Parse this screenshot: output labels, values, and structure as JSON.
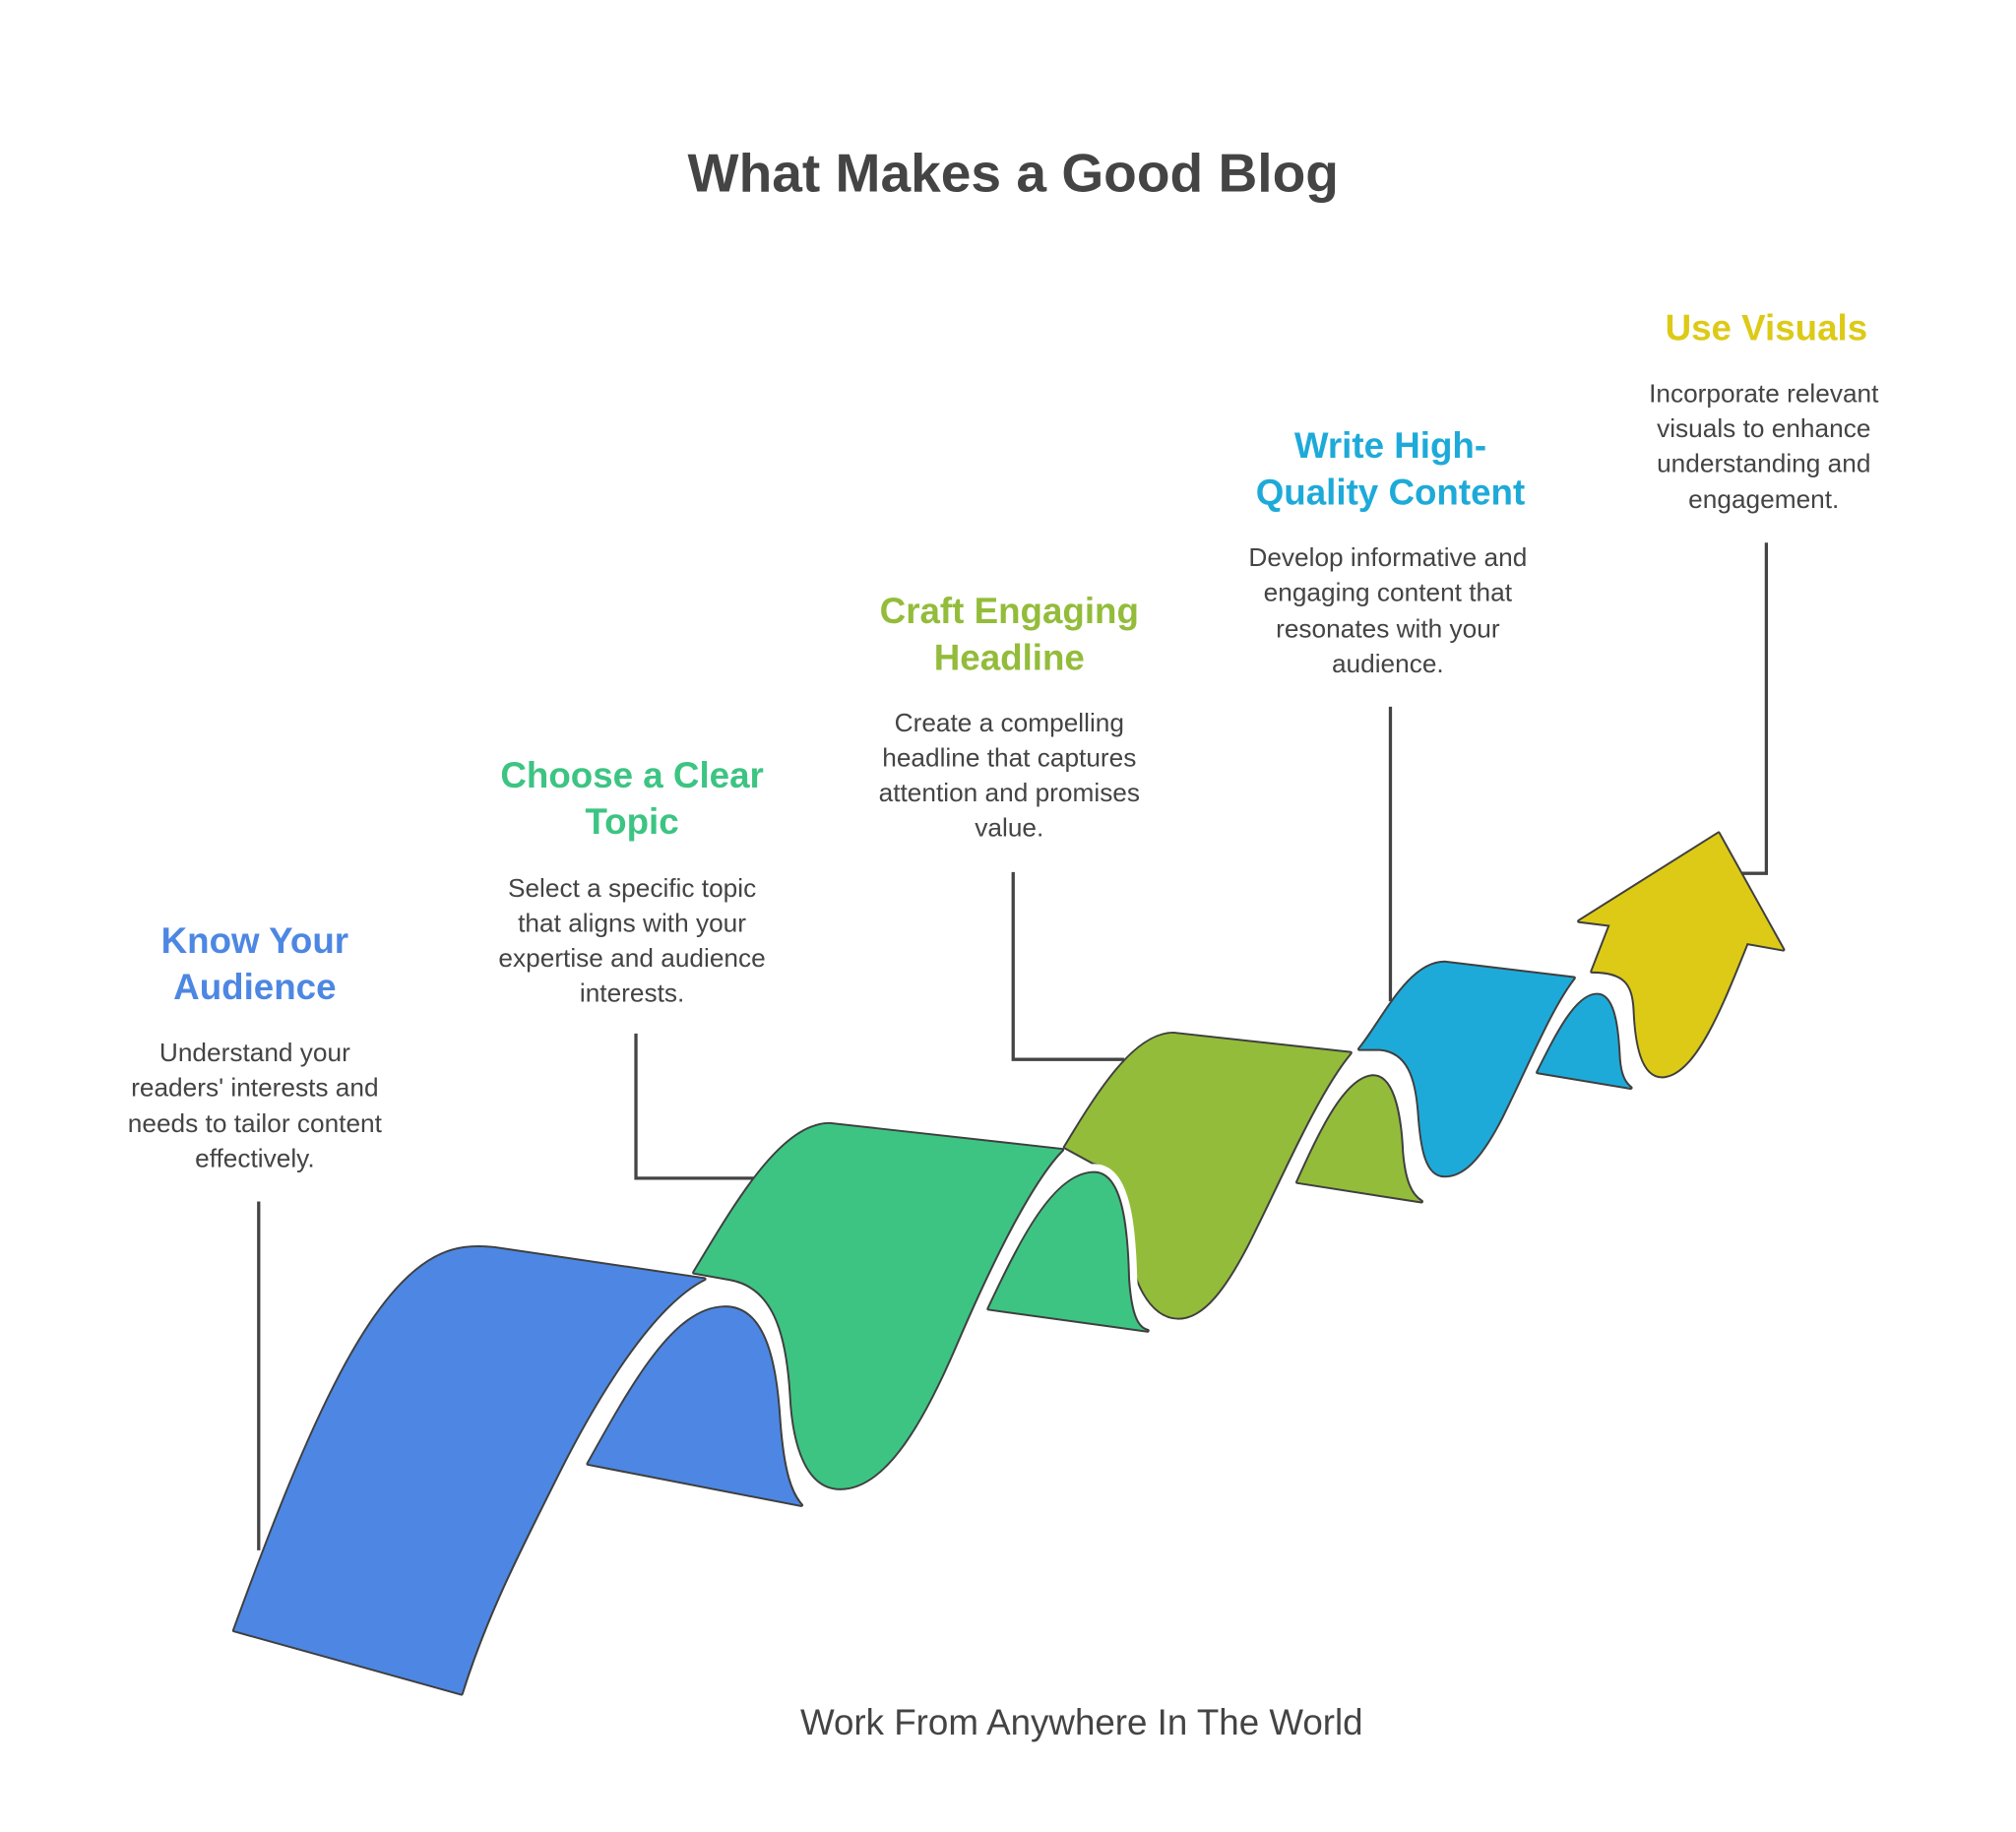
{
  "title": "What Makes a Good Blog",
  "footer": "Work From Anywhere In The World",
  "steps": [
    {
      "title_lines": [
        "Know Your",
        "Audience"
      ],
      "desc_lines": [
        "Understand your",
        "readers' interests and",
        "needs to tailor content",
        "effectively."
      ],
      "color": "#4D87E3"
    },
    {
      "title_lines": [
        "Choose a Clear",
        "Topic"
      ],
      "desc_lines": [
        "Select a specific topic",
        "that aligns with your",
        "expertise and audience",
        "interests."
      ],
      "color": "#3DC483"
    },
    {
      "title_lines": [
        "Craft Engaging",
        "Headline"
      ],
      "desc_lines": [
        "Create a compelling",
        "headline that captures",
        "attention and promises",
        "value."
      ],
      "color": "#93BC3A"
    },
    {
      "title_lines": [
        "Write High-",
        "Quality Content"
      ],
      "desc_lines": [
        "Develop informative and",
        "engaging content that",
        "resonates with your",
        "audience."
      ],
      "color": "#1EAAD9"
    },
    {
      "title_lines": [
        "Use Visuals"
      ],
      "desc_lines": [
        "Incorporate relevant",
        "visuals to enhance",
        "understanding and",
        "engagement."
      ],
      "color": "#DCCA17"
    }
  ]
}
